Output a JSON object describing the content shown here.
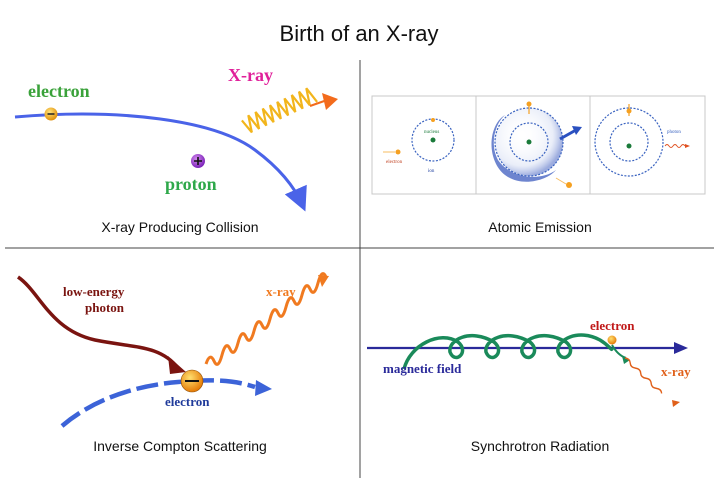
{
  "title": "Birth of an X-ray",
  "panels": [
    {
      "caption": "X-ray Producing Collision",
      "labels": {
        "electron": "electron",
        "xray": "X-ray",
        "proton": "proton"
      },
      "colors": {
        "electron_label": "#3aa23a",
        "xray_label": "#e0209a",
        "proton_label": "#2ea84a",
        "track": "#4a63e8",
        "wave": "#f2b51c",
        "arrow": "#f36b1c"
      }
    },
    {
      "caption": "Atomic Emission",
      "labels": {
        "nucleus": "nucleus",
        "electron": "electron",
        "ion": "ion",
        "photon": "photon"
      },
      "colors": {
        "orbit": "#3a63c0",
        "nucleus": "#1a7a3a",
        "electron": "#f5a020"
      }
    },
    {
      "caption": "Inverse Compton Scattering",
      "labels": {
        "low_energy_photon_1": "low-energy",
        "low_energy_photon_2": "photon",
        "xray": "x-ray",
        "electron": "electron"
      },
      "colors": {
        "photon": "#7a1410",
        "xray": "#f07a20",
        "track": "#3c63d8",
        "label_brown": "#7a1410",
        "electron_label": "#1f3a9a"
      }
    },
    {
      "caption": "Synchrotron Radiation",
      "labels": {
        "electron": "electron",
        "magnetic_field": "magnetic field",
        "xray": "x-ray"
      },
      "colors": {
        "field": "#2a2a9a",
        "helix": "#1a8a5a",
        "electron_label": "#c01818",
        "xray": "#e0601a"
      }
    }
  ],
  "icons": {
    "minus": "minus-sign-icon",
    "plus": "plus-sign-icon"
  }
}
